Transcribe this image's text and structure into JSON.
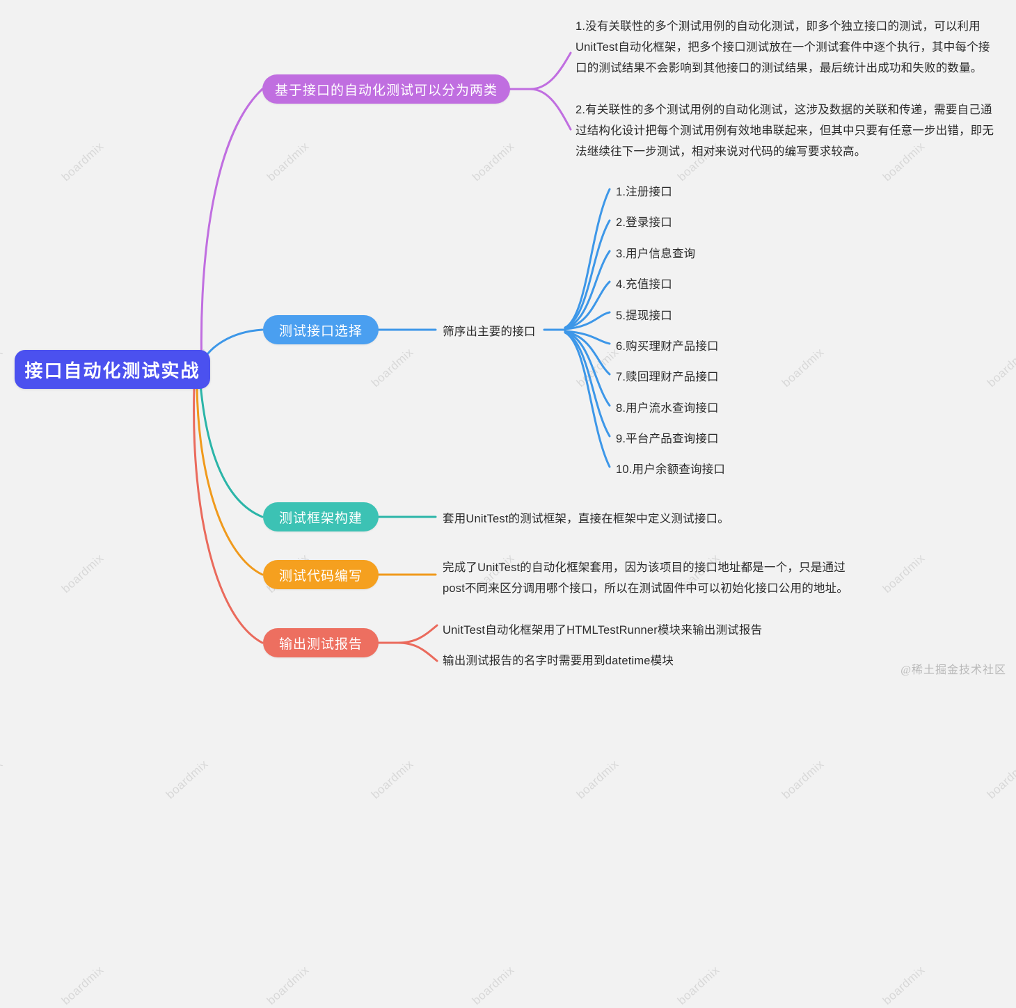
{
  "canvas": {
    "background_color": "#f2f2f2",
    "watermark_text": "boardmix",
    "corner_watermark": "@稀土掘金技术社区"
  },
  "root": {
    "label": "接口自动化测试实战",
    "color": "#4b51ef"
  },
  "branches": [
    {
      "id": "classification",
      "label": "基于接口的自动化测试可以分为两类",
      "color": "#c06ee0",
      "pill_color": "#c06ee0",
      "children": [
        "1.没有关联性的多个测试用例的自动化测试，即多个独立接口的测试，可以利用UnitTest自动化框架，把多个接口测试放在一个测试套件中逐个执行，其中每个接口的测试结果不会影响到其他接口的测试结果，最后统计出成功和失败的数量。",
        "2.有关联性的多个测试用例的自动化测试，这涉及数据的关联和传递，需要自己通过结构化设计把每个测试用例有效地串联起来，但其中只要有任意一步出错，即无法继续往下一步测试，相对来说对代码的编写要求较高。"
      ]
    },
    {
      "id": "interface-selection",
      "label": "测试接口选择",
      "color": "#3d97e8",
      "pill_color": "#4a9ff0",
      "middle_label": "筛序出主要的接口",
      "interfaces": [
        "1.注册接口",
        "2.登录接口",
        "3.用户信息查询",
        "4.充值接口",
        "5.提现接口",
        "6.购买理财产品接口",
        "7.赎回理财产品接口",
        "8.用户流水查询接口",
        "9.平台产品查询接口",
        "10.用户余额查询接口"
      ]
    },
    {
      "id": "framework-build",
      "label": "测试框架构建",
      "color": "#2bb5a8",
      "pill_color": "#3cc2b4",
      "children": [
        "套用UnitTest的测试框架，直接在框架中定义测试接口。"
      ]
    },
    {
      "id": "code-writing",
      "label": "测试代码编写",
      "color": "#f09a1c",
      "pill_color": "#f5a01f",
      "children": [
        "完成了UnitTest的自动化框架套用，因为该项目的接口地址都是一个，只是通过post不同来区分调用哪个接口，所以在测试固件中可以初始化接口公用的地址。"
      ]
    },
    {
      "id": "report-output",
      "label": "输出测试报告",
      "color": "#ea6a5c",
      "pill_color": "#ed6f60",
      "children": [
        "UnitTest自动化框架用了HTMLTestRunner模块来输出测试报告",
        "输出测试报告的名字时需要用到datetime模块"
      ]
    }
  ]
}
